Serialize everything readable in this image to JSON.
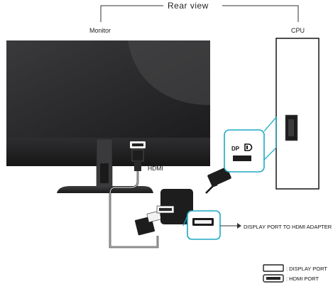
{
  "diagram": {
    "title": "Rear view",
    "monitor_label": "Monitor",
    "cpu_label": "CPU",
    "hdmi_cable_label": "HDMI",
    "dp_port_label": "DP",
    "adapter_label": "DISPLAY PORT TO HDMI ADAPTER",
    "hdmi_port_text": "HDMI",
    "legend": {
      "display_port": ": DISPLAY PORT",
      "hdmi_port": ": HDMI PORT"
    },
    "colors": {
      "callout": "#1ea9c4",
      "screen": "#2b2b2d",
      "ink": "#1a1a1a"
    }
  }
}
